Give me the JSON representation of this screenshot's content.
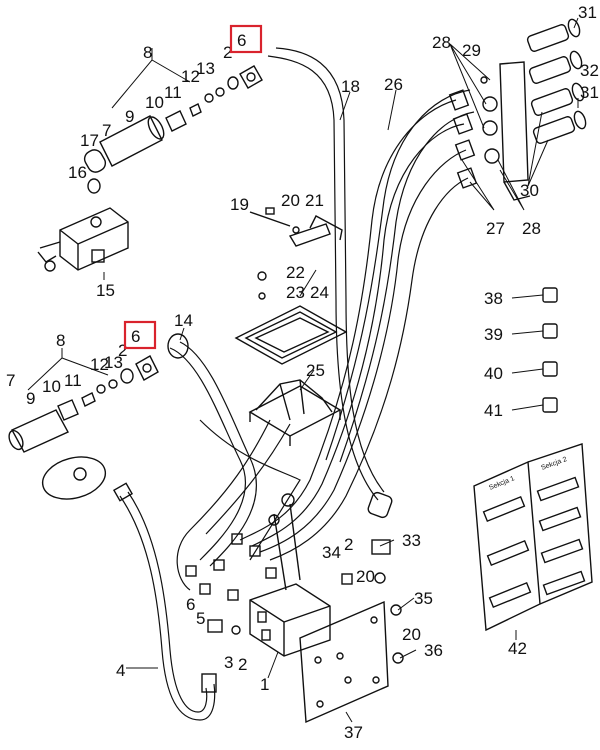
{
  "diagram": {
    "highlight_color": "#d9232d",
    "highlighted_callouts": [
      "6",
      "6"
    ],
    "callouts": {
      "c1": "1",
      "c2a": "2",
      "c2b": "2",
      "c2c": "2",
      "c3": "3",
      "c4": "4",
      "c5": "5",
      "c6a": "6",
      "c6b": "6",
      "c6c": "6",
      "c7a": "7",
      "c7b": "7",
      "c8a": "8",
      "c8b": "8",
      "c9a": "9",
      "c9b": "9",
      "c10a": "10",
      "c10b": "10",
      "c11a": "11",
      "c11b": "11",
      "c12a": "12",
      "c12b": "12",
      "c13a": "13",
      "c13b": "13",
      "c14": "14",
      "c15": "15",
      "c16": "16",
      "c17": "17",
      "c18": "18",
      "c19": "19",
      "c20a": "20",
      "c20b": "20",
      "c20c": "20",
      "c21": "21",
      "c22": "22",
      "c23": "23",
      "c24": "24",
      "c25": "25",
      "c26": "26",
      "c27": "27",
      "c28a": "28",
      "c28b": "28",
      "c29": "29",
      "c30": "30",
      "c31a": "31",
      "c31b": "31",
      "c32": "32",
      "c33": "33",
      "c34": "34",
      "c35": "35",
      "c36": "36",
      "c37": "37",
      "c38": "38",
      "c39": "39",
      "c40": "40",
      "c41": "41",
      "c42": "42"
    },
    "decal_1_title": "Sekcja 1",
    "decal_2_title": "Sekcja 2"
  }
}
